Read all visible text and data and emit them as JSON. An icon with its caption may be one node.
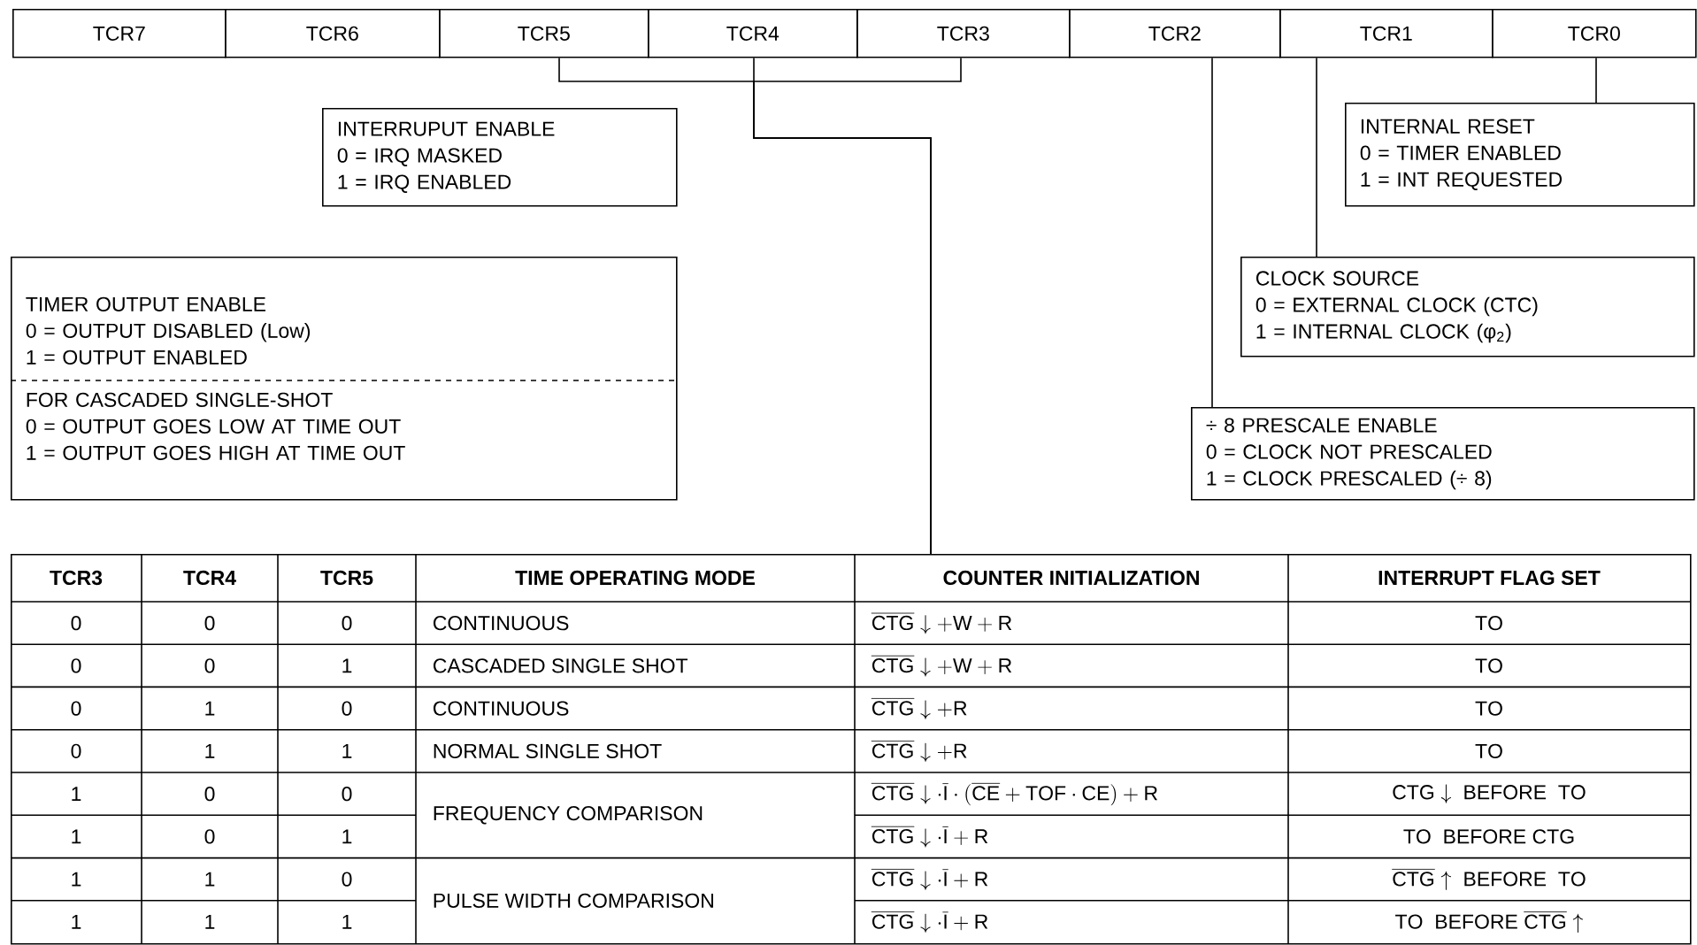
{
  "diagram": {
    "nodes": [
      {
        "text": [
          "TCR7"
        ]
      },
      {
        "text": [
          "TCR6"
        ]
      },
      {
        "text": [
          "TCR5"
        ]
      },
      {
        "text": [
          "TCR4"
        ]
      },
      {
        "text": [
          "TCR3"
        ]
      },
      {
        "text": [
          "TCR2"
        ]
      },
      {
        "text": [
          "TCR1"
        ]
      },
      {
        "text": [
          "TCR0"
        ]
      },
      {
        "text": [
          "INTERRUPUT ENABLE",
          "0 = IRQ MASKED",
          "1 = IRQ ENABLED"
        ]
      },
      {
        "text": [
          "INTERNAL RESET",
          "0 = TIMER ENABLED",
          "1 = INT REQUESTED"
        ]
      },
      {
        "text": [
          "TIMER OUTPUT ENABLE",
          "0 = OUTPUT DISABLED (Low)",
          "1 = OUTPUT ENABLED",
          "FOR CASCADED SINGLE-SHOT",
          "0 = OUTPUT GOES LOW AT TIME OUT",
          "1 = OUTPUT GOES HIGH AT TIME OUT"
        ]
      },
      {
        "text": [
          "CLOCK SOURCE",
          "0 = EXTERNAL CLOCK (CTC)",
          "1 = INTERNAL CLOCK (φ$_{2}$)"
        ]
      },
      {
        "text": [
          "÷ 8 PRESCALE ENABLE",
          "0 = CLOCK NOT PRESCALED",
          "1 = CLOCK PRESCALED (÷ 8)"
        ]
      },
      {
        "text": [],
        "shape": "box"
      }
    ],
    "edges": [
      {
        "from": 2,
        "to": 13,
        "arrow": "none"
      },
      {
        "from": 3,
        "to": 13,
        "arrow": "none"
      },
      {
        "from": 4,
        "to": 13,
        "arrow": "none"
      },
      {
        "from": 5,
        "to": 12,
        "arrow": "none"
      },
      {
        "from": 6,
        "to": 11,
        "arrow": "none"
      },
      {
        "from": 7,
        "to": 9,
        "arrow": "none"
      }
    ],
    "labels": [
      "TCR3",
      "TCR4",
      "TCR5",
      "TIME OPERATING MODE",
      "COUNTER INITIALIZATION",
      "INTERRUPT FLAG SET",
      "0",
      "0",
      "0",
      "CONTINUOUS",
      "\\overline{\\mathsf{CTG}}\\downarrow+\\mathsf{W}+\\mathsf{R}",
      "\\mathsf{TO}",
      "0",
      "0",
      "1",
      "CASCADED SINGLE SHOT",
      "\\overline{\\mathsf{CTG}}\\downarrow+\\mathsf{W}+\\mathsf{R}",
      "\\mathsf{TO}",
      "0",
      "1",
      "0",
      "CONTINUOUS",
      "\\overline{\\mathsf{CTG}}\\downarrow+\\mathsf{R}",
      "\\mathsf{TO}",
      "0",
      "1",
      "1",
      "NORMAL SINGLE SHOT",
      "\\overline{\\mathsf{CTG}}\\downarrow+\\mathsf{R}",
      "\\mathsf{TO}",
      "1",
      "0",
      "0",
      "FREQUENCY COMPARISON",
      "\\overline{\\mathsf{CTG}}\\downarrow\\cdot\\overline{\\mathsf{I}}\\cdot(\\overline{\\mathsf{CE}}+\\mathsf{TOF}\\cdot\\mathsf{CE})+\\mathsf{R}",
      "\\mathsf{CTG}\\downarrow\\ \\mathsf{BEFORE\\ \\ TO}",
      "1",
      "0",
      "1",
      "\\overline{\\mathsf{CTG}}\\downarrow\\cdot\\overline{\\mathsf{I}}+\\mathsf{R}",
      "\\mathsf{TO\\ \\ BEFORE\\ CTG}",
      "1",
      "1",
      "0",
      "PULSE WIDTH COMPARISON",
      "\\overline{\\mathsf{CTG}}\\downarrow\\cdot\\overline{\\mathsf{I}}+\\mathsf{R}",
      "\\overline{\\mathsf{CTG}}\\uparrow\\ \\mathsf{BEFORE\\ \\ TO}",
      "1",
      "1",
      "1",
      "\\overline{\\mathsf{CTG}}\\downarrow\\cdot\\overline{\\mathsf{I}}+\\mathsf{R}",
      "\\mathsf{TO\\ \\ BEFORE}\\ \\overline{\\mathsf{CTG}}\\uparrow"
    ]
  }
}
